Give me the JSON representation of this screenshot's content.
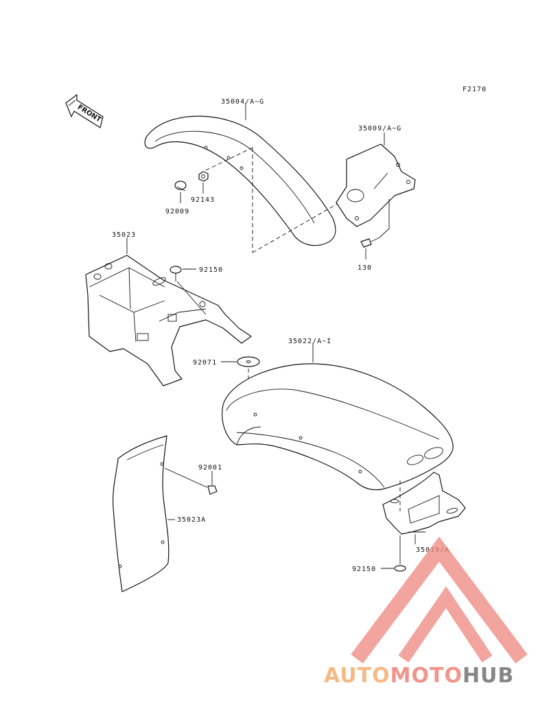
{
  "diagram": {
    "code": "F2170",
    "front_label": "FRONT",
    "labels": {
      "p35004": "35004/A~G",
      "p35009": "35009/A~G",
      "p92009": "92009",
      "p92143": "92143",
      "p130": "130",
      "p35023": "35023",
      "p92150a": "92150",
      "p92071": "92071",
      "p35022": "35022/A~I",
      "p92001": "92001",
      "p35023A": "35023A",
      "p35019": "35019/A",
      "p92150b": "92150"
    }
  },
  "watermark": {
    "brand_part1": "AUTO",
    "brand_part2": "MOTO",
    "brand_part3": "HUB",
    "color_orange": "#f5b27a",
    "color_red": "#ef8a80",
    "color_gray": "#7a7a7a"
  }
}
